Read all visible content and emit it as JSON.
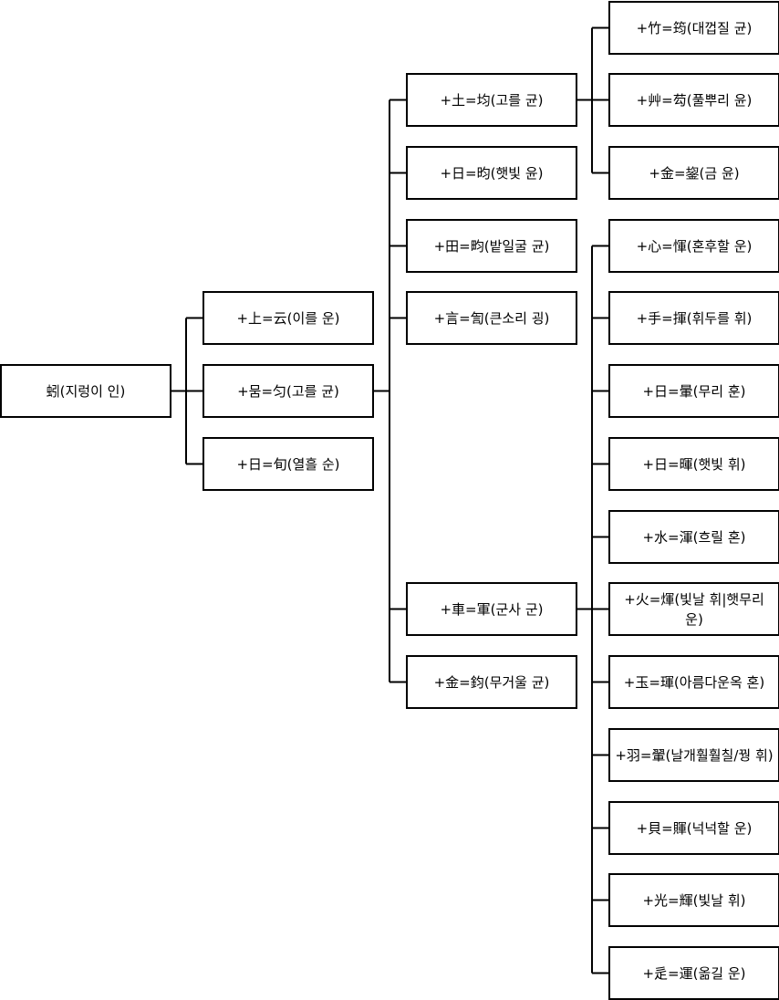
{
  "root": {
    "id": "n0",
    "label": "蚓(지렁이 인)",
    "children": [
      {
        "id": "n1",
        "label": "+上=云(이를 운)"
      },
      {
        "id": "n2",
        "label": "+뭄=匀(고를 균)",
        "children": [
          {
            "id": "n4",
            "label": "+土=均(고를 균)",
            "children": [
              {
                "id": "n10",
                "label": "+竹=筠(대껍질 균)"
              },
              {
                "id": "n11",
                "label": "+艸=芶(풀뿌리 윤)"
              },
              {
                "id": "n12",
                "label": "+金=鋆(금 윤)"
              }
            ]
          },
          {
            "id": "n5",
            "label": "+日=昀(햇빛 윤)"
          },
          {
            "id": "n6",
            "label": "+田=畇(밭일굴 균)"
          },
          {
            "id": "n7",
            "label": "+言=訇(큰소리 굉)"
          },
          {
            "id": "n8",
            "label": "+車=軍(군사 군)",
            "children": [
              {
                "id": "n13",
                "label": "+心=惲(혼후할 운)"
              },
              {
                "id": "n14",
                "label": "+手=揮(휘두를 휘)"
              },
              {
                "id": "n15",
                "label": "+日=暈(무리 훈)"
              },
              {
                "id": "n16",
                "label": "+日=暉(햇빛 휘)"
              },
              {
                "id": "n17",
                "label": "+水=渾(흐릴 혼)"
              },
              {
                "id": "n18",
                "label": "+火=煇(빛날 휘|햇무리 운)"
              },
              {
                "id": "n19",
                "label": "+玉=琿(아름다운옥 혼)"
              },
              {
                "id": "n20",
                "label": "+羽=翬(날개훨훨칠/꿩 휘)"
              },
              {
                "id": "n21",
                "label": "+貝=賱(넉넉할 운)"
              },
              {
                "id": "n22",
                "label": "+光=輝(빛날 휘)"
              },
              {
                "id": "n23",
                "label": "+辵=運(옮길 운)"
              }
            ]
          },
          {
            "id": "n9",
            "label": "+金=鈞(무거울 균)"
          }
        ]
      },
      {
        "id": "n3",
        "label": "+日=旬(열흘 순)"
      }
    ]
  }
}
